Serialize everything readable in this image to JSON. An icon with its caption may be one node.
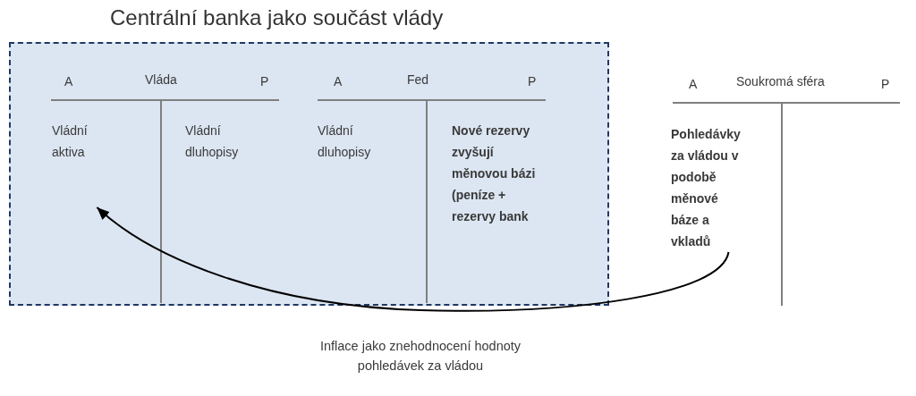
{
  "diagram": {
    "nodes": [
      {
        "text": [
          "Centrální banka jako součást vlády"
        ]
      },
      {
        "text": [
          "Vládní aktiva"
        ],
        "in": 0
      },
      {
        "text": [
          "Pohledávky za vládou v podobě měnové báze a vkladů"
        ]
      }
    ],
    "edges": [
      {
        "from": 2,
        "to": 1,
        "arrow": "to",
        "label": "Inflace jako znehodnocení hodnoty pohledávek za vládou"
      }
    ],
    "labels": [
      "A",
      "Vláda",
      "P",
      "A",
      "Fed",
      "P",
      "A",
      "Soukromá sféra",
      "P",
      "Vládní dluhopisy",
      "Vládní dluhopisy",
      "Nové rezervy zvyšují měnovou bázi (peníze + rezervy bank"
    ]
  }
}
